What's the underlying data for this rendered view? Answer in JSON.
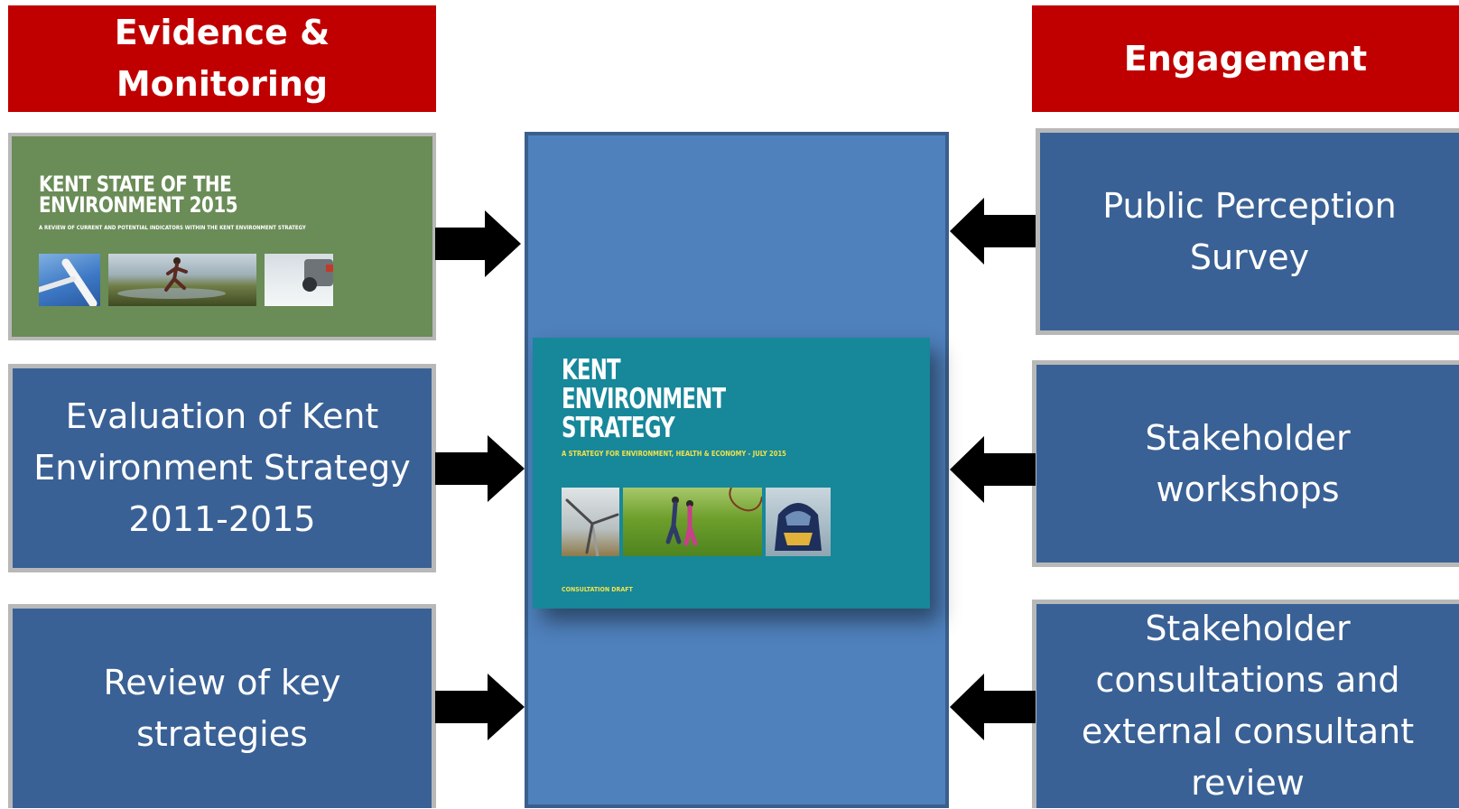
{
  "headers": {
    "left": {
      "line1": "Evidence &",
      "line2": "Monitoring"
    },
    "right": "Engagement"
  },
  "left_boxes": {
    "report": {
      "title": "KENT STATE OF THE\nENVIRONMENT 2015",
      "subtitle": "A REVIEW OF CURRENT AND POTENTIAL INDICATORS WITHIN THE KENT ENVIRONMENT STRATEGY"
    },
    "evaluation": {
      "line1": "Evaluation of Kent",
      "line2": "Environment Strategy",
      "line3": "2011-2015"
    },
    "review": {
      "line1": "Review of key",
      "line2": "strategies"
    }
  },
  "center": {
    "cover": {
      "title_line1": "KENT",
      "title_line2": "ENVIRONMENT",
      "title_line3": "STRATEGY",
      "subtitle": "A STRATEGY FOR ENVIRONMENT, HEALTH & ECONOMY - JULY 2015",
      "draft": "CONSULTATION DRAFT"
    }
  },
  "right_boxes": {
    "survey": {
      "line1": "Public Perception",
      "line2": "Survey"
    },
    "workshops": {
      "line1": "Stakeholder",
      "line2": "workshops"
    },
    "consultations": {
      "line1": "Stakeholder",
      "line2": "consultations and",
      "line3": "external consultant",
      "line4": "review"
    }
  },
  "colors": {
    "header_red": "#c00000",
    "box_blue": "#3a6195",
    "center_blue": "#4f81bd",
    "report_green": "#6a8c57",
    "cover_teal": "#17879a",
    "cover_yellow": "#f2e24a",
    "arrow": "#000000"
  },
  "icons": {
    "arrow_right": "arrow-right-icon",
    "arrow_left": "arrow-left-icon"
  }
}
